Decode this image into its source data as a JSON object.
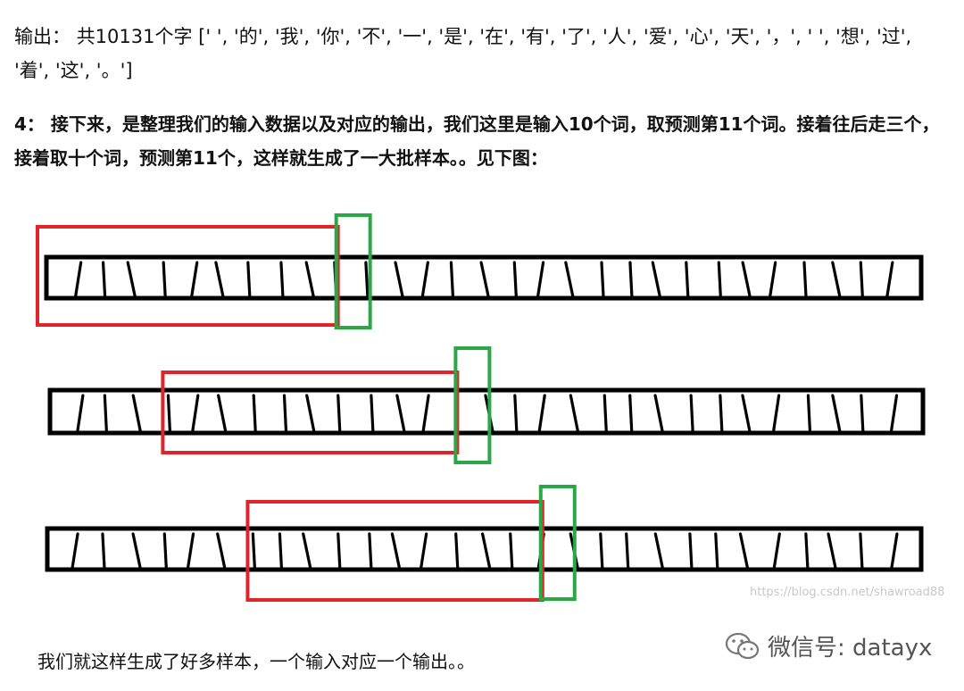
{
  "output_line": {
    "label": "输出：",
    "text": "共10131个字 [' ', '的', '我', '你', '不', '一', '是', '在', '有', '了', '人', '爱', '心', '天', '，', ' ', '想', '过', '着', '这', '。']"
  },
  "step4": {
    "number": "4：",
    "text": "接下来，是整理我们的输入数据以及对应的输出，我们这里是输入10个词，取预测第11个词。接着往后走三个，接着取十个词，预测第11个，这样就生成了一大批样本。。见下图："
  },
  "diagram": {
    "strips": [
      {
        "input_window_start": 0,
        "input_window_size": 10,
        "output_index": 10
      },
      {
        "input_window_start": 4,
        "input_window_size": 10,
        "output_index": 14
      },
      {
        "input_window_start": 7,
        "input_window_size": 10,
        "output_index": 17
      }
    ],
    "colors": {
      "strip": "#000000",
      "input_window": "#e0242a",
      "output_window": "#2aa845"
    }
  },
  "bottom_text": "我们就这样生成了好多样本，一个输入对应一个输出。。",
  "watermark": {
    "url": "https://blog.csdn.net/shawroad88",
    "wechat_label": "微信号: datayx",
    "icon": "wechat-icon"
  }
}
